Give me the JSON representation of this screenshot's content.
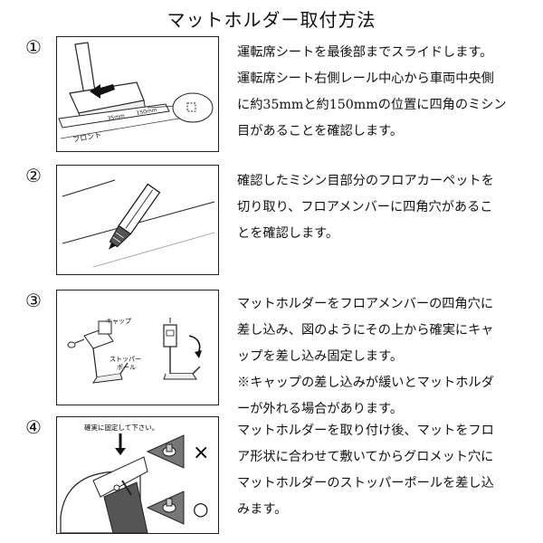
{
  "page": {
    "title": "マットホルダー取付方法"
  },
  "steps": [
    {
      "number": "①",
      "text": "運転席シートを最後部までスライドします。\n運転席シート右側レール中心から車両中央側\nに約35mmと約150mmの位置に四角のミシン\n目があることを確認します。",
      "figure_labels": {
        "front": "フロント",
        "dim_a": "35mm",
        "dim_b": "150mm"
      }
    },
    {
      "number": "②",
      "text": "確認したミシン目部分のフロアカーペットを\n切り取り、フロアメンバーに四角穴があるこ\nとを確認します。",
      "figure_labels": {}
    },
    {
      "number": "③",
      "text": "マットホルダーをフロアメンバーの四角穴に\n差し込み、図のようにその上から確実にキャ\nップを差し込み固定します。\n※キャップの差し込みが緩いとマットホルダ\nーが外れる場合があります。",
      "figure_labels": {
        "cap": "キャップ",
        "stopper": "ストッパー\nポール"
      }
    },
    {
      "number": "④",
      "text": "マットホルダーを取り付け後、マットをフロ\nア形状に合わせて敷いてからグロメット穴に\nマットホルダーのストッパーポールを差し込\nみます。",
      "figure_labels": {
        "note": "確実に固定して下さい。",
        "wrong": "×",
        "right": "○"
      }
    }
  ]
}
